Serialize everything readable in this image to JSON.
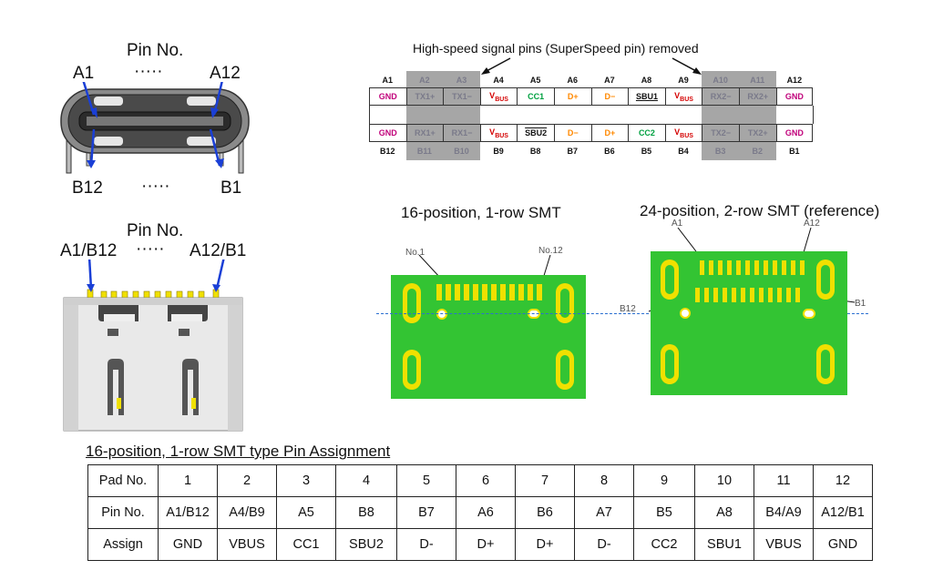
{
  "left_top": {
    "pin_no": "Pin No.",
    "a1": "A1",
    "a12": "A12",
    "b12": "B12",
    "b1": "B1",
    "dots_top": "·····",
    "dots_bottom": "·····"
  },
  "left_bottom": {
    "pin_no": "Pin No.",
    "a1b12": "A1/B12",
    "a12b1": "A12/B1",
    "dots": "·····"
  },
  "pin_map": {
    "title": "High-speed signal pins (SuperSpeed pin) removed",
    "top_labels": [
      "A1",
      "A2",
      "A3",
      "A4",
      "A5",
      "A6",
      "A7",
      "A8",
      "A9",
      "A10",
      "A11",
      "A12"
    ],
    "top_signals": [
      {
        "text": "GND",
        "color": "#c0007a"
      },
      {
        "text": "TX1+",
        "color": "#7a7a8a"
      },
      {
        "text": "TX1−",
        "color": "#7a7a8a"
      },
      {
        "text": "VBUS",
        "color": "#d40000"
      },
      {
        "text": "CC1",
        "color": "#00a040"
      },
      {
        "text": "D+",
        "color": "#ff8800"
      },
      {
        "text": "D−",
        "color": "#ff8800"
      },
      {
        "text": "SBU1",
        "color": "#111111"
      },
      {
        "text": "VBUS",
        "color": "#d40000"
      },
      {
        "text": "RX2−",
        "color": "#7a7a8a"
      },
      {
        "text": "RX2+",
        "color": "#7a7a8a"
      },
      {
        "text": "GND",
        "color": "#c0007a"
      }
    ],
    "bottom_signals": [
      {
        "text": "GND",
        "color": "#c0007a"
      },
      {
        "text": "RX1+",
        "color": "#7a7a8a"
      },
      {
        "text": "RX1−",
        "color": "#7a7a8a"
      },
      {
        "text": "VBUS",
        "color": "#d40000"
      },
      {
        "text": "SBU2",
        "color": "#111111"
      },
      {
        "text": "D−",
        "color": "#ff8800"
      },
      {
        "text": "D+",
        "color": "#ff8800"
      },
      {
        "text": "CC2",
        "color": "#00a040"
      },
      {
        "text": "VBUS",
        "color": "#d40000"
      },
      {
        "text": "TX2−",
        "color": "#7a7a8a"
      },
      {
        "text": "TX2+",
        "color": "#7a7a8a"
      },
      {
        "text": "GND",
        "color": "#c0007a"
      }
    ],
    "bottom_labels": [
      "B12",
      "B11",
      "B10",
      "B9",
      "B8",
      "B7",
      "B6",
      "B5",
      "B4",
      "B3",
      "B2",
      "B1"
    ],
    "removed_indices": [
      1,
      2,
      9,
      10
    ]
  },
  "pcb_16": {
    "title": "16-position, 1-row SMT",
    "no1": "No.1",
    "no12": "No.12"
  },
  "pcb_24": {
    "title": "24-position, 2-row SMT (reference)",
    "a1": "A1",
    "a12": "A12",
    "b12": "B12",
    "b1": "B1"
  },
  "table": {
    "title": "16-position, 1-row SMT type Pin Assignment",
    "rows": [
      [
        "Pad No.",
        "1",
        "2",
        "3",
        "4",
        "5",
        "6",
        "7",
        "8",
        "9",
        "10",
        "11",
        "12"
      ],
      [
        "Pin No.",
        "A1/B12",
        "A4/B9",
        "A5",
        "B8",
        "B7",
        "A6",
        "B6",
        "A7",
        "B5",
        "A8",
        "B4/A9",
        "A12/B1"
      ],
      [
        "Assign",
        "GND",
        "VBUS",
        "CC1",
        "SBU2",
        "D-",
        "D+",
        "D+",
        "D-",
        "CC2",
        "SBU1",
        "VBUS",
        "GND"
      ]
    ]
  },
  "colors": {
    "pcb_green": "#33c433",
    "pad_yellow": "#f0e000",
    "arrow_blue": "#1a3fd6"
  }
}
